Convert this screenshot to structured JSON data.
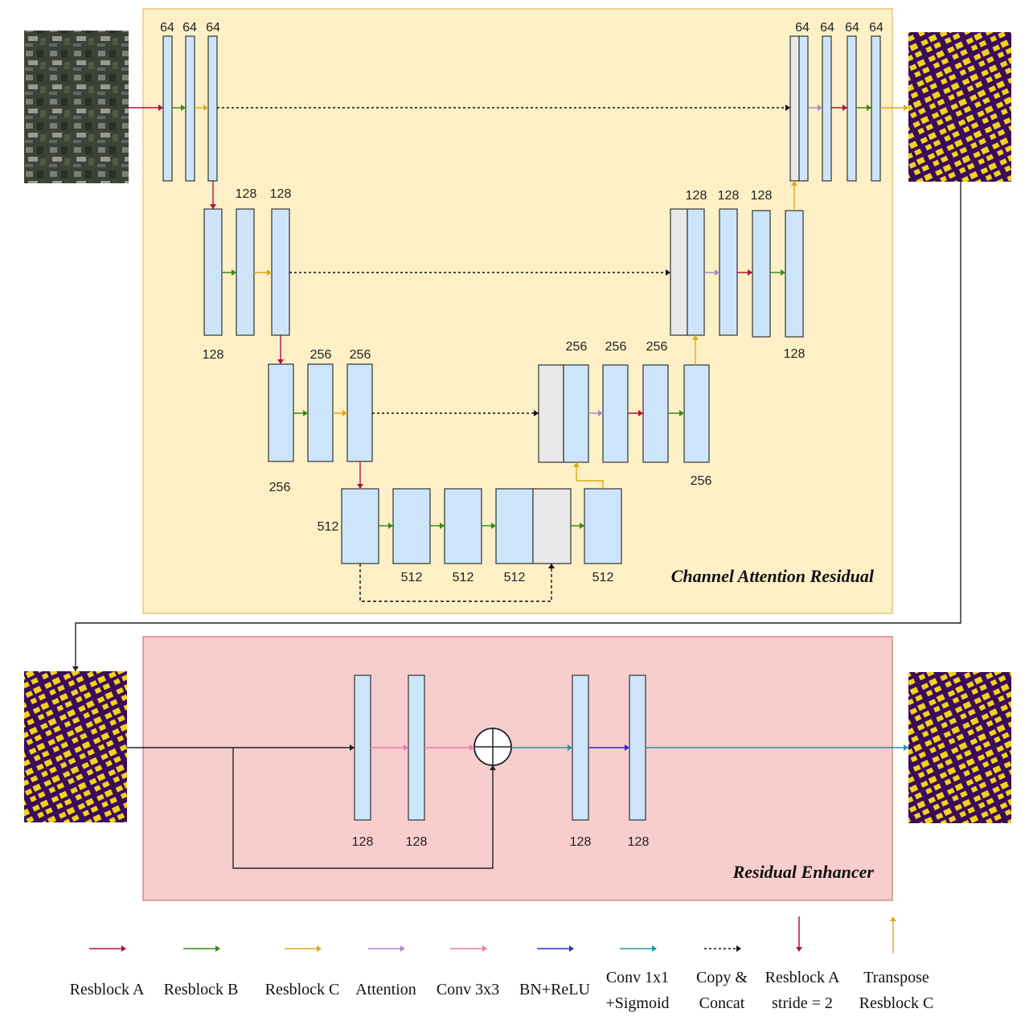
{
  "colors": {
    "resblock_a": "#b0123f",
    "resblock_b": "#3a8a1a",
    "resblock_c": "#e0a81c",
    "attention": "#a98cc8",
    "conv3x3": "#f07ab0",
    "bn_relu": "#2233cc",
    "conv1x1_sigmoid": "#1f9aa0",
    "copy_concat": "#111111",
    "car_panel_fill": "#fdf0c6",
    "car_panel_stroke": "#e8c77a",
    "re_panel_fill": "#f7cdcd",
    "re_panel_stroke": "#d98a8a",
    "block_fill": "#cce5fb",
    "concat_fill": "#e8e8e8",
    "mask_background": "#3b0b5c",
    "mask_buildings": "#f2d21b"
  },
  "panels": {
    "car_title": "Channel Attention Residual",
    "re_title": "Residual Enhancer"
  },
  "labels": {
    "l1_enc": [
      "64",
      "64",
      "64"
    ],
    "l1_dec": [
      "64",
      "64",
      "64",
      "64"
    ],
    "l2_enc_top": [
      "128",
      "128"
    ],
    "l2_enc_bottom": "128",
    "l2_dec_top": [
      "128",
      "128",
      "128"
    ],
    "l2_dec_bottom": "128",
    "l3_enc_top": [
      "256",
      "256"
    ],
    "l3_enc_bottom": "256",
    "l3_dec_top": [
      "256",
      "256",
      "256"
    ],
    "l3_dec_bottom": "256",
    "l4_left": "512",
    "l4_bottom": [
      "512",
      "512",
      "512",
      "512"
    ],
    "re_blocks": [
      "128",
      "128",
      "128",
      "128"
    ]
  },
  "legend": [
    {
      "line1": "Resblock A",
      "line2": "",
      "style": "h",
      "color": "#b0123f"
    },
    {
      "line1": "Resblock B",
      "line2": "",
      "style": "h",
      "color": "#3a8a1a"
    },
    {
      "line1": "Resblock C",
      "line2": "",
      "style": "h",
      "color": "#e0a81c"
    },
    {
      "line1": "Attention",
      "line2": "",
      "style": "h",
      "color": "#a98cc8"
    },
    {
      "line1": "Conv 3x3",
      "line2": "",
      "style": "h",
      "color": "#f07ab0"
    },
    {
      "line1": "BN+ReLU",
      "line2": "",
      "style": "h",
      "color": "#2233cc"
    },
    {
      "line1": "Conv 1x1",
      "line2": "+Sigmoid",
      "style": "h",
      "color": "#1f9aa0"
    },
    {
      "line1": "Copy &",
      "line2": "Concat",
      "style": "dotted",
      "color": "#111111"
    },
    {
      "line1": "Resblock A",
      "line2": "stride = 2",
      "style": "down",
      "color": "#b0123f"
    },
    {
      "line1": "Transpose",
      "line2": "Resblock C",
      "style": "up",
      "color": "#e0a81c"
    }
  ]
}
